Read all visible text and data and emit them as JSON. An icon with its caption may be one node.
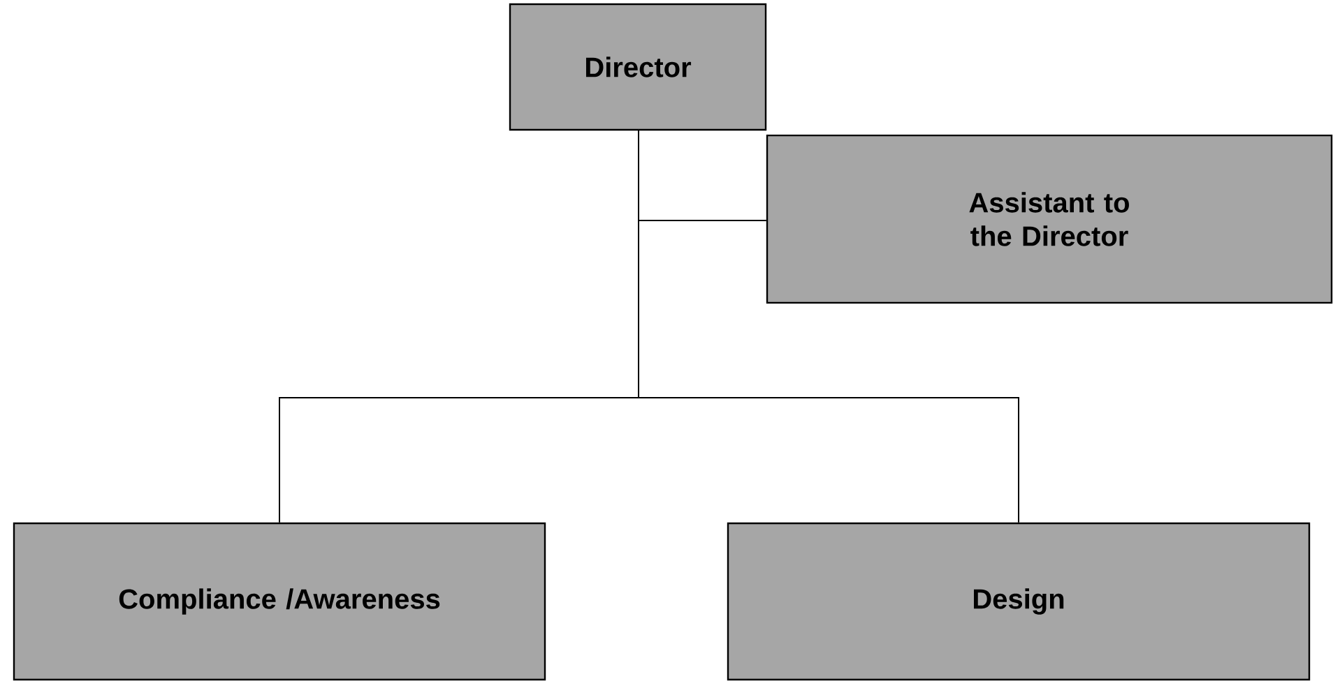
{
  "diagram": {
    "nodes": [
      {
        "text": [
          "Director"
        ]
      },
      {
        "text": [
          "Assistant to the Director"
        ]
      },
      {
        "text": [
          "Compliance /Awareness"
        ]
      },
      {
        "text": [
          "Design"
        ]
      }
    ],
    "edges": [
      {
        "from": 0,
        "to": 1,
        "arrow": "none"
      },
      {
        "from": 0,
        "to": 2,
        "arrow": "none"
      },
      {
        "from": 0,
        "to": 3,
        "arrow": "none"
      }
    ]
  }
}
